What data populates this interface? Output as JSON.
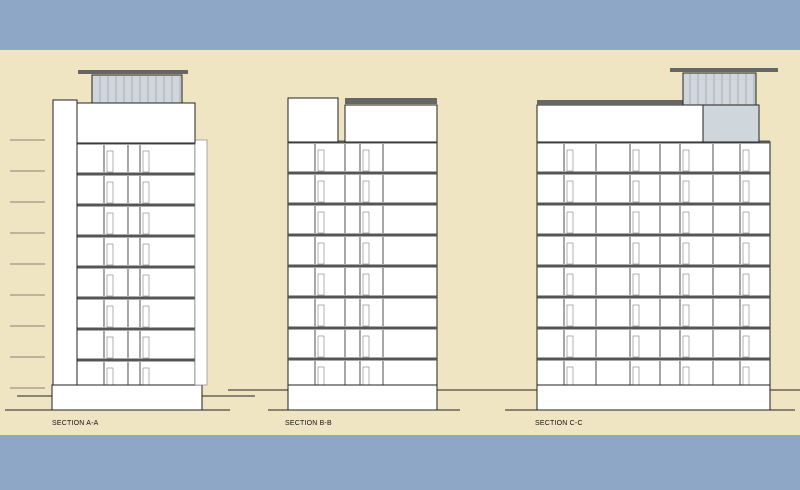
{
  "sections": [
    {
      "id": "a",
      "caption": "SECTION A-A"
    },
    {
      "id": "b",
      "caption": "SECTION B-B"
    },
    {
      "id": "c",
      "caption": "SECTION C-C"
    }
  ],
  "colors": {
    "frame": "#8ea7c6",
    "sheet": "#f0e5c3",
    "building_fill": "#ffffff",
    "line": "#222222",
    "glazing": "#cfd6dc"
  }
}
